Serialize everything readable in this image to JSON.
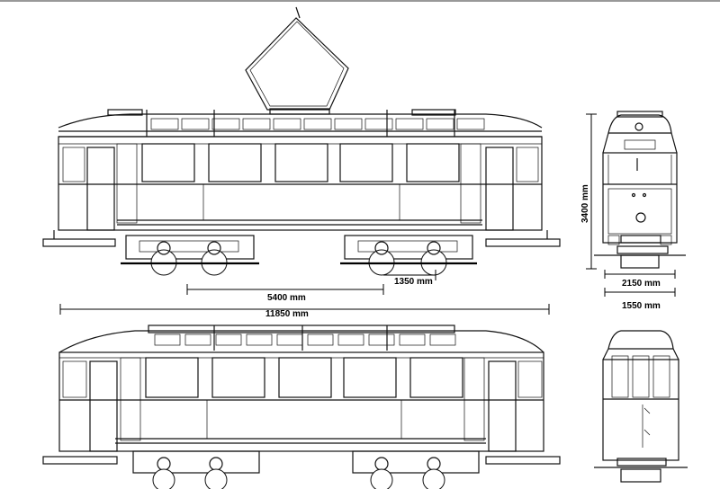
{
  "dimensions": {
    "height": "3400 mm",
    "bogie_center": "5400 mm",
    "wheelbase": "1350 mm",
    "length": "11850 mm",
    "width": "2150 mm",
    "track": "1550 mm"
  }
}
